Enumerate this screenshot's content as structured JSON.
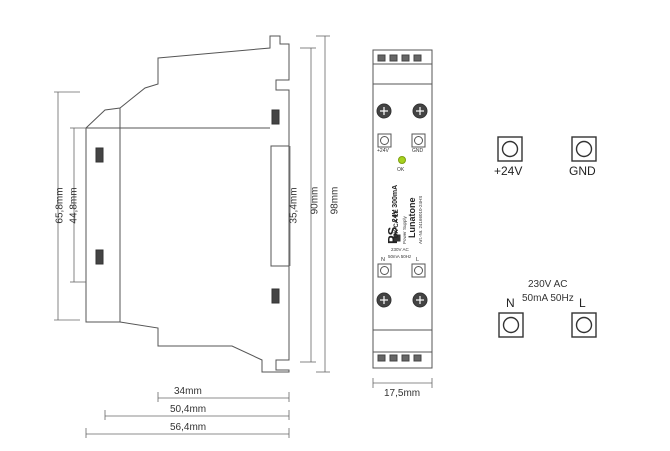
{
  "dimensions": {
    "height_65_8": "65,8mm",
    "height_44_8": "44,8mm",
    "height_35_4": "35,4mm",
    "height_90": "90mm",
    "height_98": "98mm",
    "width_34": "34mm",
    "width_50_4": "50,4mm",
    "width_56_4": "56,4mm",
    "width_17_5": "17,5mm"
  },
  "device": {
    "terminal_plus": "+24V",
    "terminal_gnd": "GND",
    "led_label": "OK",
    "model_prefix": "PS",
    "model_rating": "24V 300mA",
    "marks": "UK CA CE",
    "product_type": "Power Supply",
    "brand": "Lunatone",
    "article": "Art.-Nr. 24166010-24HS",
    "input_text_line1": "230V AC",
    "input_text_line2": "50mA 50Hz",
    "terminal_n": "N",
    "terminal_l": "L"
  },
  "detail": {
    "plus_label": "+24V",
    "gnd_label": "GND",
    "ac_line1": "230V AC",
    "ac_line2": "50mA 50Hz",
    "n_label": "N",
    "l_label": "L"
  }
}
